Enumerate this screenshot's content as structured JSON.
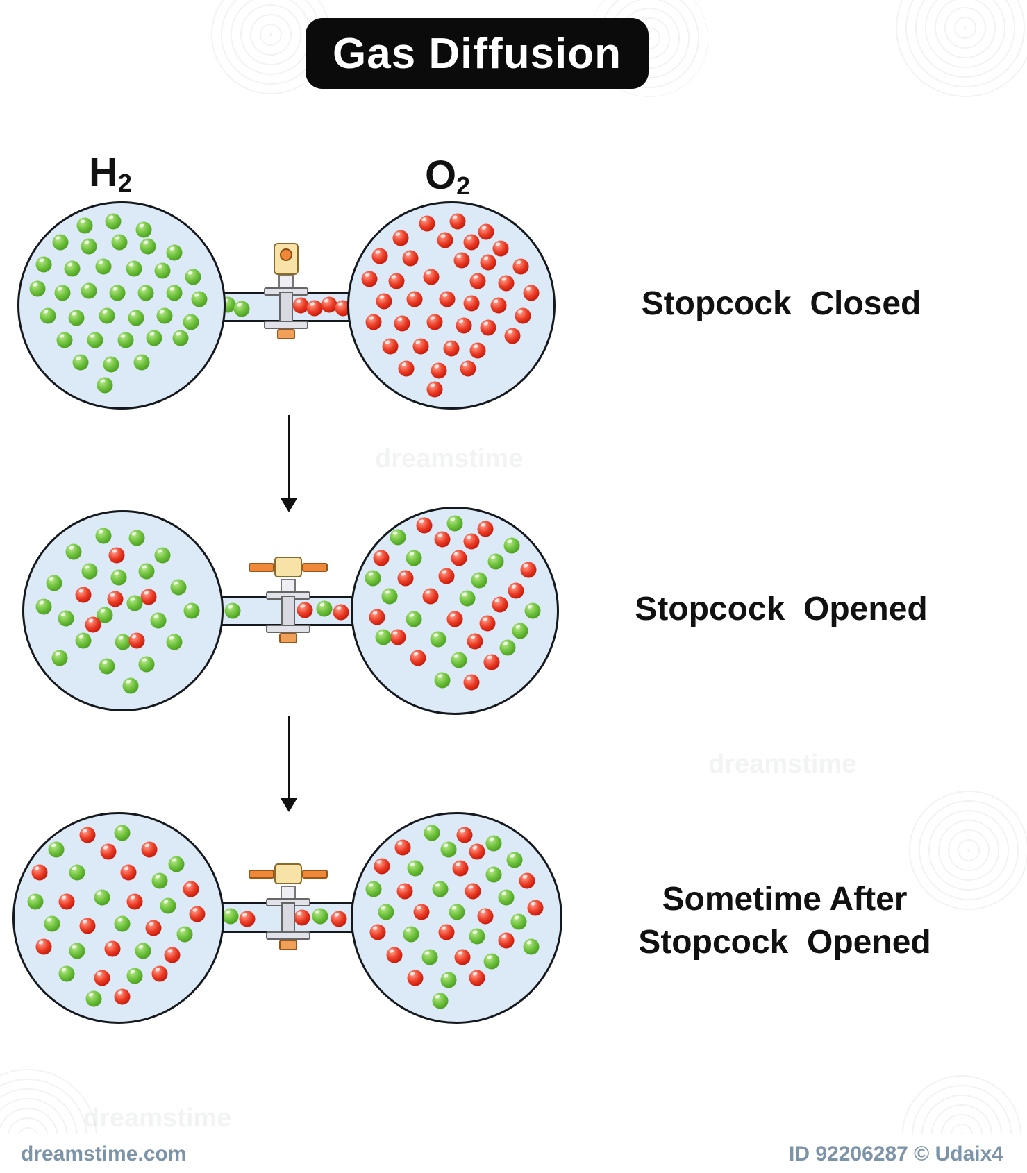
{
  "title": "Gas Diffusion",
  "flask_labels": [
    {
      "main": "H",
      "sub": "2"
    },
    {
      "main": "O",
      "sub": "2"
    }
  ],
  "palette": {
    "molecule-green": "#5fb92f",
    "molecule-red": "#e63122",
    "flask-fill": "#dbeaf6",
    "outline": "#15181c",
    "valve-yellow": "#f7e2a8",
    "valve-orange": "#f0883a",
    "valve-gray": "#d9d9e1",
    "title-bg": "#0b0b0b",
    "title-text": "#ffffff"
  },
  "watermark": {
    "site": "dreamstime.com",
    "id_text": "ID 92206287 © Udaix4",
    "name": "dreamstime"
  },
  "stages": [
    {
      "name": "stopcock-closed",
      "caption": "Stopcock  Closed",
      "stopcock": "closed",
      "molecules": {
        "left": [
          [
            32,
            11,
            "g"
          ],
          [
            46,
            9,
            "g"
          ],
          [
            61,
            13,
            "g"
          ],
          [
            20,
            19,
            "g"
          ],
          [
            34,
            21,
            "g"
          ],
          [
            49,
            19,
            "g"
          ],
          [
            63,
            21,
            "g"
          ],
          [
            76,
            24,
            "g"
          ],
          [
            12,
            30,
            "g"
          ],
          [
            26,
            32,
            "g"
          ],
          [
            41,
            31,
            "g"
          ],
          [
            56,
            32,
            "g"
          ],
          [
            70,
            33,
            "g"
          ],
          [
            85,
            36,
            "g"
          ],
          [
            9,
            42,
            "g"
          ],
          [
            21,
            44,
            "g"
          ],
          [
            34,
            43,
            "g"
          ],
          [
            48,
            44,
            "g"
          ],
          [
            62,
            44,
            "g"
          ],
          [
            76,
            44,
            "g"
          ],
          [
            88,
            47,
            "g"
          ],
          [
            14,
            55,
            "g"
          ],
          [
            28,
            56,
            "g"
          ],
          [
            43,
            55,
            "g"
          ],
          [
            57,
            56,
            "g"
          ],
          [
            71,
            55,
            "g"
          ],
          [
            84,
            58,
            "g"
          ],
          [
            22,
            67,
            "g"
          ],
          [
            37,
            67,
            "g"
          ],
          [
            52,
            67,
            "g"
          ],
          [
            66,
            66,
            "g"
          ],
          [
            79,
            66,
            "g"
          ],
          [
            30,
            78,
            "g"
          ],
          [
            45,
            79,
            "g"
          ],
          [
            60,
            78,
            "g"
          ],
          [
            42,
            89,
            "g"
          ]
        ],
        "right": [
          [
            38,
            10,
            "r"
          ],
          [
            53,
            9,
            "r"
          ],
          [
            67,
            14,
            "r"
          ],
          [
            25,
            17,
            "r"
          ],
          [
            47,
            18,
            "r"
          ],
          [
            60,
            19,
            "r"
          ],
          [
            74,
            22,
            "r"
          ],
          [
            15,
            26,
            "r"
          ],
          [
            30,
            27,
            "r"
          ],
          [
            55,
            28,
            "r"
          ],
          [
            68,
            29,
            "r"
          ],
          [
            84,
            31,
            "r"
          ],
          [
            10,
            37,
            "r"
          ],
          [
            23,
            38,
            "r"
          ],
          [
            40,
            36,
            "r"
          ],
          [
            63,
            38,
            "r"
          ],
          [
            77,
            39,
            "r"
          ],
          [
            89,
            44,
            "r"
          ],
          [
            17,
            48,
            "r"
          ],
          [
            32,
            47,
            "r"
          ],
          [
            48,
            47,
            "r"
          ],
          [
            60,
            49,
            "r"
          ],
          [
            73,
            50,
            "r"
          ],
          [
            85,
            55,
            "r"
          ],
          [
            12,
            58,
            "r"
          ],
          [
            26,
            59,
            "r"
          ],
          [
            42,
            58,
            "r"
          ],
          [
            56,
            60,
            "r"
          ],
          [
            68,
            61,
            "r"
          ],
          [
            80,
            65,
            "r"
          ],
          [
            20,
            70,
            "r"
          ],
          [
            35,
            70,
            "r"
          ],
          [
            50,
            71,
            "r"
          ],
          [
            63,
            72,
            "r"
          ],
          [
            28,
            81,
            "r"
          ],
          [
            44,
            82,
            "r"
          ],
          [
            58,
            81,
            "r"
          ],
          [
            42,
            91,
            "r"
          ]
        ],
        "tube": [
          [
            8,
            42,
            "g"
          ],
          [
            18,
            58,
            "g"
          ],
          [
            60,
            46,
            "r"
          ],
          [
            70,
            56,
            "r"
          ],
          [
            80,
            42,
            "r"
          ],
          [
            90,
            54,
            "r"
          ]
        ]
      }
    },
    {
      "name": "stopcock-opened",
      "caption": "Stopcock  Opened",
      "stopcock": "open",
      "molecules": {
        "left": [
          [
            40,
            12,
            "g"
          ],
          [
            57,
            13,
            "g"
          ],
          [
            25,
            20,
            "g"
          ],
          [
            47,
            22,
            "r"
          ],
          [
            70,
            22,
            "g"
          ],
          [
            33,
            30,
            "g"
          ],
          [
            62,
            30,
            "g"
          ],
          [
            15,
            36,
            "g"
          ],
          [
            48,
            33,
            "g"
          ],
          [
            78,
            38,
            "g"
          ],
          [
            30,
            42,
            "r"
          ],
          [
            46,
            44,
            "r"
          ],
          [
            63,
            43,
            "r"
          ],
          [
            10,
            48,
            "g"
          ],
          [
            56,
            46,
            "g"
          ],
          [
            85,
            50,
            "g"
          ],
          [
            21,
            54,
            "g"
          ],
          [
            41,
            52,
            "g"
          ],
          [
            35,
            57,
            "r"
          ],
          [
            68,
            55,
            "g"
          ],
          [
            30,
            65,
            "g"
          ],
          [
            50,
            66,
            "g"
          ],
          [
            57,
            65,
            "r"
          ],
          [
            76,
            66,
            "g"
          ],
          [
            18,
            74,
            "g"
          ],
          [
            42,
            78,
            "g"
          ],
          [
            62,
            77,
            "g"
          ],
          [
            54,
            88,
            "g"
          ]
        ],
        "right": [
          [
            35,
            8,
            "r"
          ],
          [
            50,
            7,
            "g"
          ],
          [
            65,
            10,
            "r"
          ],
          [
            22,
            14,
            "g"
          ],
          [
            44,
            15,
            "r"
          ],
          [
            58,
            16,
            "r"
          ],
          [
            78,
            18,
            "g"
          ],
          [
            14,
            24,
            "r"
          ],
          [
            30,
            24,
            "g"
          ],
          [
            52,
            24,
            "r"
          ],
          [
            70,
            26,
            "g"
          ],
          [
            86,
            30,
            "r"
          ],
          [
            10,
            34,
            "g"
          ],
          [
            26,
            34,
            "r"
          ],
          [
            46,
            33,
            "r"
          ],
          [
            62,
            35,
            "g"
          ],
          [
            80,
            40,
            "r"
          ],
          [
            18,
            43,
            "g"
          ],
          [
            38,
            43,
            "r"
          ],
          [
            56,
            44,
            "g"
          ],
          [
            72,
            47,
            "r"
          ],
          [
            88,
            50,
            "g"
          ],
          [
            12,
            53,
            "r"
          ],
          [
            30,
            54,
            "g"
          ],
          [
            50,
            54,
            "r"
          ],
          [
            66,
            56,
            "r"
          ],
          [
            82,
            60,
            "g"
          ],
          [
            22,
            63,
            "r"
          ],
          [
            42,
            64,
            "g"
          ],
          [
            60,
            65,
            "r"
          ],
          [
            76,
            68,
            "g"
          ],
          [
            32,
            73,
            "r"
          ],
          [
            52,
            74,
            "g"
          ],
          [
            68,
            75,
            "r"
          ],
          [
            44,
            84,
            "g"
          ],
          [
            58,
            85,
            "r"
          ],
          [
            15,
            63,
            "g"
          ]
        ],
        "tube": [
          [
            10,
            50,
            "g"
          ],
          [
            62,
            48,
            "r"
          ],
          [
            76,
            42,
            "g"
          ],
          [
            88,
            56,
            "r"
          ]
        ]
      }
    },
    {
      "name": "sometime-after-stopcock-opened",
      "caption": "Sometime After\nStopcock  Opened",
      "stopcock": "open",
      "molecules": {
        "left": [
          [
            35,
            10,
            "r"
          ],
          [
            52,
            9,
            "g"
          ],
          [
            20,
            17,
            "g"
          ],
          [
            45,
            18,
            "r"
          ],
          [
            65,
            17,
            "r"
          ],
          [
            78,
            24,
            "g"
          ],
          [
            12,
            28,
            "r"
          ],
          [
            30,
            28,
            "g"
          ],
          [
            55,
            28,
            "r"
          ],
          [
            70,
            32,
            "g"
          ],
          [
            85,
            36,
            "r"
          ],
          [
            10,
            42,
            "g"
          ],
          [
            25,
            42,
            "r"
          ],
          [
            42,
            40,
            "g"
          ],
          [
            58,
            42,
            "r"
          ],
          [
            74,
            44,
            "g"
          ],
          [
            88,
            48,
            "r"
          ],
          [
            18,
            53,
            "g"
          ],
          [
            35,
            54,
            "r"
          ],
          [
            52,
            53,
            "g"
          ],
          [
            67,
            55,
            "r"
          ],
          [
            82,
            58,
            "g"
          ],
          [
            14,
            64,
            "r"
          ],
          [
            30,
            66,
            "g"
          ],
          [
            47,
            65,
            "r"
          ],
          [
            62,
            66,
            "g"
          ],
          [
            76,
            68,
            "r"
          ],
          [
            25,
            77,
            "g"
          ],
          [
            42,
            79,
            "r"
          ],
          [
            58,
            78,
            "g"
          ],
          [
            70,
            77,
            "r"
          ],
          [
            38,
            89,
            "g"
          ],
          [
            52,
            88,
            "r"
          ]
        ],
        "right": [
          [
            38,
            9,
            "g"
          ],
          [
            54,
            10,
            "r"
          ],
          [
            68,
            14,
            "g"
          ],
          [
            24,
            16,
            "r"
          ],
          [
            46,
            17,
            "g"
          ],
          [
            60,
            18,
            "r"
          ],
          [
            78,
            22,
            "g"
          ],
          [
            14,
            25,
            "r"
          ],
          [
            30,
            26,
            "g"
          ],
          [
            52,
            26,
            "r"
          ],
          [
            68,
            29,
            "g"
          ],
          [
            84,
            32,
            "r"
          ],
          [
            10,
            36,
            "g"
          ],
          [
            25,
            37,
            "r"
          ],
          [
            42,
            36,
            "g"
          ],
          [
            58,
            37,
            "r"
          ],
          [
            74,
            40,
            "g"
          ],
          [
            88,
            45,
            "r"
          ],
          [
            16,
            47,
            "g"
          ],
          [
            33,
            47,
            "r"
          ],
          [
            50,
            47,
            "g"
          ],
          [
            64,
            49,
            "r"
          ],
          [
            80,
            52,
            "g"
          ],
          [
            12,
            57,
            "r"
          ],
          [
            28,
            58,
            "g"
          ],
          [
            45,
            57,
            "r"
          ],
          [
            60,
            59,
            "g"
          ],
          [
            74,
            61,
            "r"
          ],
          [
            86,
            64,
            "g"
          ],
          [
            20,
            68,
            "r"
          ],
          [
            37,
            69,
            "g"
          ],
          [
            53,
            69,
            "r"
          ],
          [
            67,
            71,
            "g"
          ],
          [
            30,
            79,
            "r"
          ],
          [
            46,
            80,
            "g"
          ],
          [
            60,
            79,
            "r"
          ],
          [
            42,
            90,
            "g"
          ]
        ],
        "tube": [
          [
            8,
            46,
            "g"
          ],
          [
            20,
            56,
            "r"
          ],
          [
            60,
            50,
            "r"
          ],
          [
            73,
            44,
            "g"
          ],
          [
            87,
            54,
            "r"
          ]
        ]
      }
    }
  ]
}
